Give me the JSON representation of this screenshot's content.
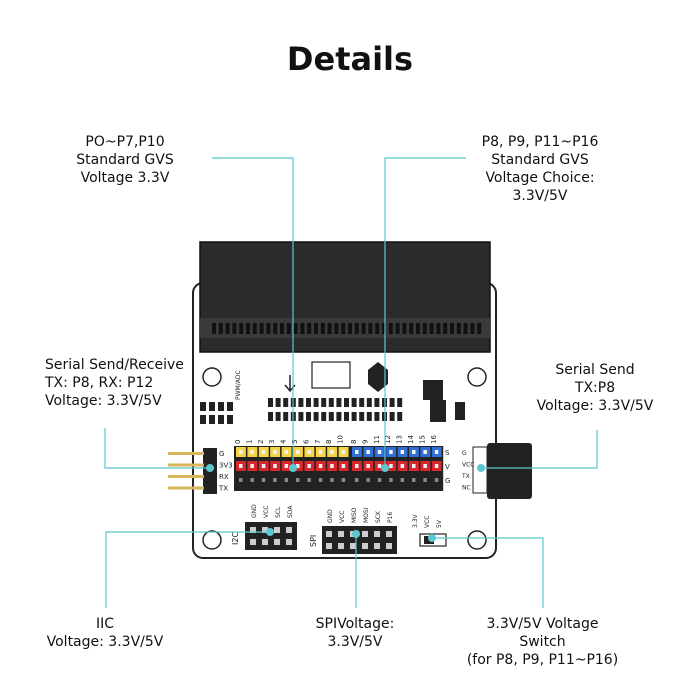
{
  "title": "Details",
  "callouts": {
    "top_left": [
      "PO~P7,P10",
      "Standard GVS",
      "Voltage 3.3V"
    ],
    "top_right": [
      "P8, P9, P11~P16",
      "Standard GVS",
      "Voltage Choice:",
      "3.3V/5V"
    ],
    "mid_left": [
      "Serial Send/Receive",
      "TX: P8, RX: P12",
      "Voltage: 3.3V/5V"
    ],
    "mid_right": [
      "Serial Send",
      "TX:P8",
      "Voltage: 3.3V/5V"
    ],
    "bottom_left": [
      "IIC",
      "Voltage: 3.3V/5V"
    ],
    "bottom_center": [
      "SPIVoltage:",
      "3.3V/5V"
    ],
    "bottom_right": [
      "3.3V/5V Voltage",
      "Switch",
      "(for P8, P9, P11~P16)"
    ]
  },
  "board": {
    "pin_labels_left": [
      "0",
      "1",
      "2",
      "3",
      "4",
      "5",
      "6",
      "7",
      "8",
      "10"
    ],
    "pin_labels_right": [
      "8",
      "9",
      "11",
      "12",
      "13",
      "14",
      "15",
      "16"
    ],
    "row_labels": [
      "S",
      "V",
      "G"
    ],
    "left_header_labels": [
      "G",
      "3V3",
      "RX",
      "TX"
    ],
    "right_header_labels": [
      "G",
      "VCC",
      "TX",
      "NC"
    ],
    "i2c_label": "I2C",
    "i2c_pins": [
      "GND",
      "VCC",
      "SCL",
      "SDA"
    ],
    "spi_label": "SPI",
    "spi_pins": [
      "GND",
      "VCC",
      "MISO",
      "MOSI",
      "SCK",
      "P16"
    ],
    "switch_labels": [
      "3.3V",
      "VCC",
      "5V"
    ],
    "pwm_label": "PWM/ADC"
  },
  "colors": {
    "leader_line": "#5bc8d0",
    "yellow_pins": "#f5d547",
    "red_pins": "#d9262b",
    "blue_pins": "#2f6fd6"
  }
}
